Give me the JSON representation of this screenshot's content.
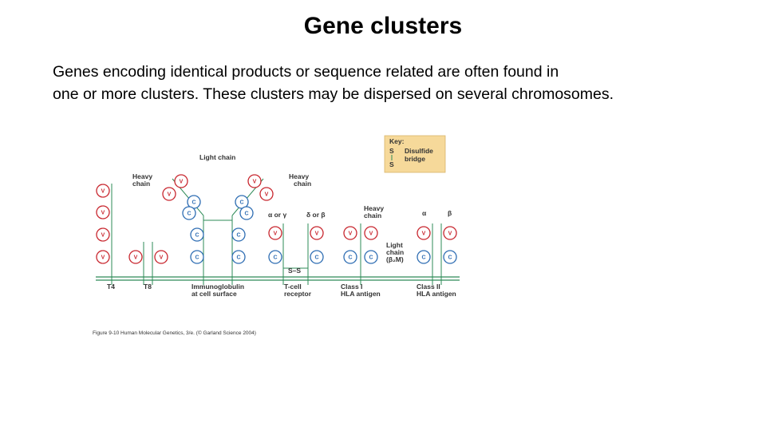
{
  "slide": {
    "title": "Gene clusters",
    "body_line1": "Genes encoding identical products or sequence related are often found in",
    "body_line2": "one or more clusters. These clusters may be dispersed on several chromosomes."
  },
  "figure": {
    "key_title": "Key:",
    "key_s": "S",
    "key_label_line1": "Disulfide",
    "key_label_line2": "bridge",
    "light_chain": "Light chain",
    "heavy_chain_line1": "Heavy",
    "heavy_chain_line2": "chain",
    "alpha_or_gamma": "α or γ",
    "delta_or_beta": "δ or β",
    "light_chain_b2m_line1": "Light",
    "light_chain_b2m_line2": "chain",
    "light_chain_b2m_line3": "(β₂M)",
    "alpha": "α",
    "beta": "β",
    "t4": "T4",
    "t8": "T8",
    "immunoglobulin_line1": "Immunoglobulin",
    "immunoglobulin_line2": "at cell surface",
    "tcell_line1": "T-cell",
    "tcell_line2": "receptor",
    "class1_line1": "Class I",
    "class1_line2": "HLA antigen",
    "class2_line1": "Class II",
    "class2_line2": "HLA antigen",
    "ss": "S–S",
    "caption": "Figure 9-10  Human Molecular Genetics, 3/e. (© Garland Science 2004)"
  },
  "colors": {
    "variable_domain": "#c8262e",
    "constant_domain": "#2e6db3",
    "stem": "#2e8b57",
    "key_bg": "#f6d99a"
  }
}
